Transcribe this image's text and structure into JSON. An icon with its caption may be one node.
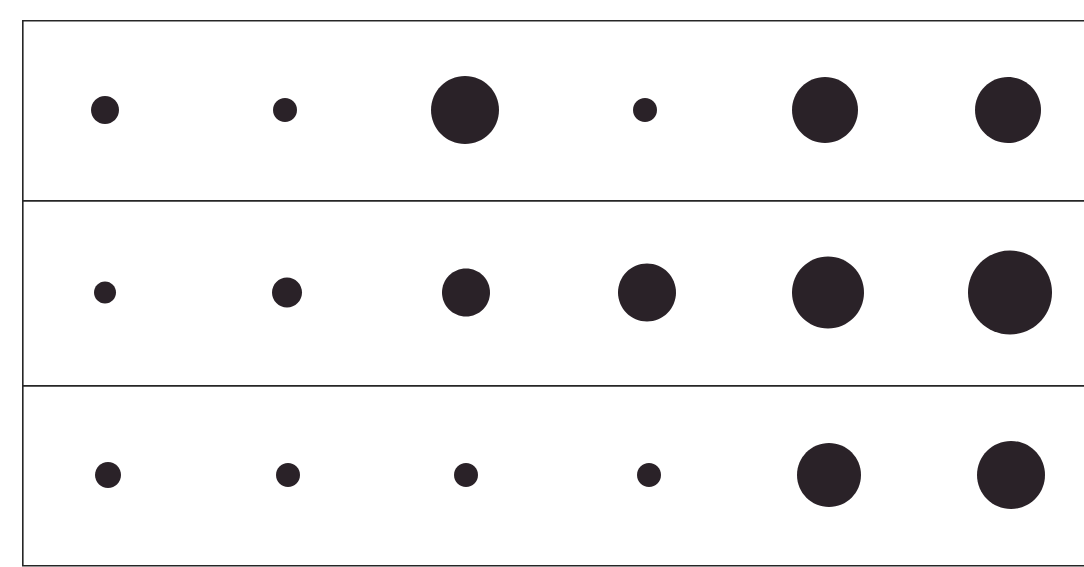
{
  "diagram": {
    "nodes": [
      {
        "text": [],
        "shape": "box"
      },
      {
        "text": [],
        "shape": "circle",
        "in": 0
      },
      {
        "text": [],
        "shape": "circle",
        "in": 0
      },
      {
        "text": [],
        "shape": "circle",
        "in": 0
      },
      {
        "text": [],
        "shape": "circle",
        "in": 0
      },
      {
        "text": [],
        "shape": "circle",
        "in": 0
      },
      {
        "text": [],
        "shape": "circle",
        "in": 0
      },
      {
        "text": [],
        "shape": "box"
      },
      {
        "text": [],
        "shape": "circle",
        "in": 7
      },
      {
        "text": [],
        "shape": "circle",
        "in": 7
      },
      {
        "text": [],
        "shape": "circle",
        "in": 7
      },
      {
        "text": [],
        "shape": "circle",
        "in": 7
      },
      {
        "text": [],
        "shape": "circle",
        "in": 7
      },
      {
        "text": [],
        "shape": "circle",
        "in": 7
      },
      {
        "text": [],
        "shape": "box"
      },
      {
        "text": [],
        "shape": "circle",
        "in": 14
      },
      {
        "text": [],
        "shape": "circle",
        "in": 14
      },
      {
        "text": [],
        "shape": "circle",
        "in": 14
      },
      {
        "text": [],
        "shape": "circle",
        "in": 14
      },
      {
        "text": [],
        "shape": "circle",
        "in": 14
      },
      {
        "text": [],
        "shape": "circle",
        "in": 14
      }
    ]
  }
}
